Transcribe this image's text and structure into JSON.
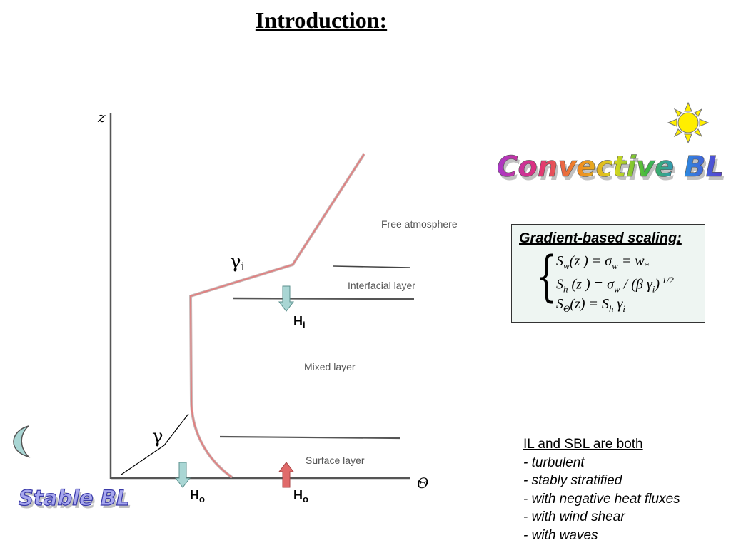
{
  "slide": {
    "title": "Introduction:"
  },
  "diagram": {
    "axis_z": "z",
    "axis_theta": "Θ",
    "layers": {
      "free": "Free atmosphere",
      "interfacial": "Interfacial layer",
      "mixed": "Mixed layer",
      "surface": "Surface layer"
    },
    "gamma_i": {
      "symbol": "γ",
      "sub": "i"
    },
    "gamma": {
      "symbol": "γ"
    },
    "flux_hi": {
      "main": "H",
      "sub": "i"
    },
    "flux_ho_down": {
      "main": "H",
      "sub": "o"
    },
    "flux_ho_up": {
      "main": "H",
      "sub": "o"
    }
  },
  "convective_label": "Convective BL",
  "stable_label": "Stable BL",
  "scaling_box": {
    "title": "Gradient-based scaling:",
    "eq1": {
      "a": "S",
      "a_sub": "w",
      "b": "(z ) = σ",
      "b_sub": "w",
      "c": " = w",
      "c_sub": "*"
    },
    "eq2": {
      "a": "S",
      "a_sub": "h",
      "b": " (z ) = σ",
      "b_sub": "w",
      "c": " / (β γ",
      "c_sub": "i",
      "d": ")",
      "d_sup": " 1/2"
    },
    "eq3": {
      "a": "S",
      "a_sub": "Θ",
      "b": "(z)  =  S",
      "b_sub": "h",
      "c": " γ",
      "c_sub": "i"
    }
  },
  "notes": {
    "title": "IL and SBL are both",
    "items": [
      "- turbulent",
      "- stably stratified",
      "- with negative heat fluxes",
      "- with wind shear",
      "- with waves"
    ]
  },
  "colors": {
    "profile": "#e08080",
    "arrow_down": "#a9d6d4",
    "arrow_up": "#e06a6a",
    "sun": "#ffee00",
    "moon": "#a9d6d4"
  }
}
